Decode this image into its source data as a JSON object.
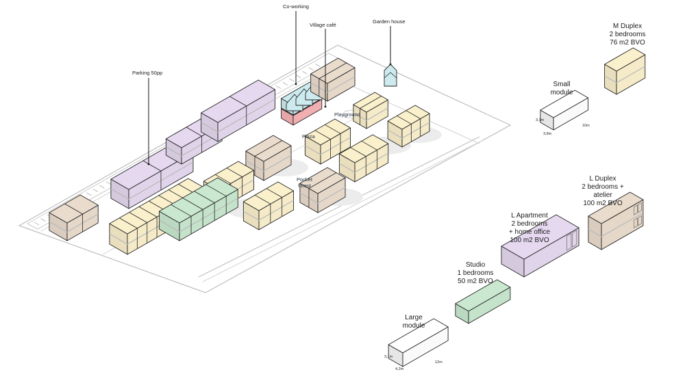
{
  "colors": {
    "beige": "#eadccd",
    "cream": "#faf0cc",
    "lilac": "#e5d8ef",
    "green": "#c9e8cf",
    "cyan": "#cdebee",
    "pink": "#f7b3b5",
    "white": "#ffffff",
    "outline": "#222222",
    "site": "#bdbdbd"
  },
  "site_labels": {
    "coworking": "Co-working",
    "village_cafe": "Village café",
    "garden_house": "Garden house",
    "parking": "Parking 50pp",
    "playground": "Playground",
    "plaza": "Plaza",
    "pocket_forest": "Pocket\nforest"
  },
  "unit_types": [
    {
      "id": "m-duplex",
      "label": "M Duplex\n2 bedrooms\n76 m2 BVO",
      "color": "cream"
    },
    {
      "id": "small-module",
      "label": "Small\nmodule",
      "color": "white",
      "dims": {
        "height": "3,1m",
        "width": "3,8m",
        "length": "10m"
      }
    },
    {
      "id": "l-duplex",
      "label": "L Duplex\n2 bedrooms +\natelier\n100 m2 BVO",
      "color": "beige"
    },
    {
      "id": "l-apartment",
      "label": "L Apartment\n2 bedrooms\n+ home office\n100 m2 BVO",
      "color": "lilac"
    },
    {
      "id": "studio",
      "label": "Studio\n1 bedrooms\n50 m2 BVO",
      "color": "green"
    },
    {
      "id": "large-module",
      "label": "Large\nmodule",
      "color": "white",
      "dims": {
        "height": "3,1m",
        "width": "4,2m",
        "length": "12m"
      }
    }
  ]
}
